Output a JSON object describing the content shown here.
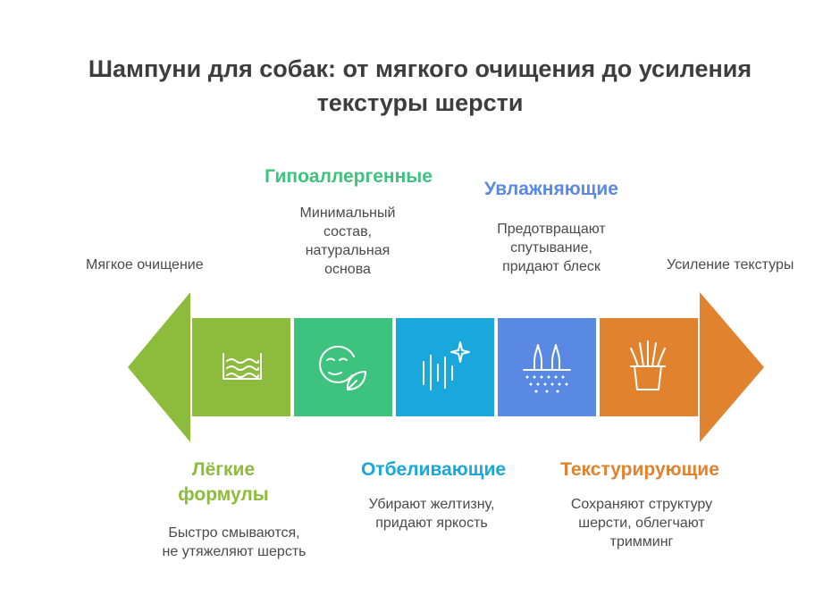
{
  "title": "Шампуни для собак: от мягкого очищения до усиления текстуры шерсти",
  "ends": {
    "left": "Мягкое очищение",
    "right": "Усиление текстуры"
  },
  "segments": [
    {
      "label": "Лёгкие формулы",
      "description": "Быстро смываются, не утяжеляют шерсть",
      "color": "#8dbb3c",
      "icon": "water-waves-icon"
    },
    {
      "label": "Гипоаллергенные",
      "description": "Минимальный состав, натуральная основа",
      "color": "#3dc37e",
      "icon": "face-leaf-icon"
    },
    {
      "label": "Отбеливающие",
      "description": "Убирают желтизну, придают яркость",
      "color": "#1aa7db",
      "icon": "sparkle-lines-icon"
    },
    {
      "label": "Увлажняющие",
      "description": "Предотвращают спутывание, придают блеск",
      "color": "#5a89e4",
      "icon": "hair-follicle-icon"
    },
    {
      "label": "Текстурирующие",
      "description": "Сохраняют структуру шерсти, облегчают тримминг",
      "color": "#e0822e",
      "icon": "grass-pot-icon"
    }
  ]
}
